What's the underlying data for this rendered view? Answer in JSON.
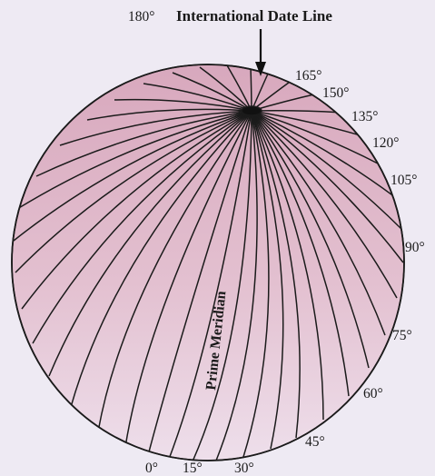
{
  "header": {
    "degree": "180°",
    "title": "International Date Line"
  },
  "prime_meridian_label": "Prime Meridian",
  "degree_labels": {
    "d165": "165°",
    "d150": "150°",
    "d135": "135°",
    "d120": "120°",
    "d105": "105°",
    "d90": "90°",
    "d75": "75°",
    "d60": "60°",
    "d45": "45°",
    "d0": "0°",
    "d15": "15°",
    "d30": "30°"
  },
  "colors": {
    "background": "#eeeaf3",
    "globe_top": "#ddb3c6",
    "globe_bottom": "#ecdaea",
    "lines": "#1b1b1b"
  }
}
